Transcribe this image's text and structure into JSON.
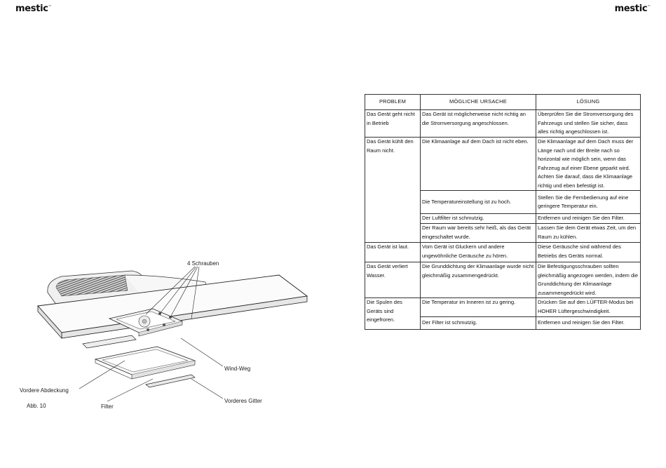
{
  "header": {
    "logo_left": "mestic",
    "logo_right": "mestic",
    "tm": "™"
  },
  "table": {
    "headers": [
      "PROBLEM",
      "MÖGLICHE URSACHE",
      "LÖSUNG"
    ],
    "groups": [
      {
        "problem": "Das Gerät geht nicht in Betrieb",
        "rows": [
          {
            "cause": "Das Gerät ist möglicherweise nicht richtig an die Stromversorgung angeschlossen.",
            "solution": "Überprüfen Sie die Stromversorgung des Fahrzeugs und stellen Sie sicher, dass alles richtig angeschlossen ist."
          }
        ]
      },
      {
        "problem": "Das Gerät kühlt den Raum nicht.",
        "rows": [
          {
            "cause": "Die Klimaanlage auf dem Dach ist nicht eben.",
            "solution": "Die Klimaanlage auf dem Dach muss der Länge nach und der Breite nach so horizontal wie möglich sein, wenn das Fahrzeug auf einer Ebene geparkt wird. Achten Sie darauf, dass die Klimaanlage richtig und eben befestigt ist."
          },
          {
            "cause": "Die Temperatureinstellung ist zu hoch.",
            "solution": "Stellen Sie die Fernbedienung auf eine geringere Temperatur ein."
          },
          {
            "cause": "Der Luftfilter ist schmutzig.",
            "solution": "Entfernen und reinigen Sie den Filter."
          },
          {
            "cause": "Der Raum war bereits sehr heiß, als das Gerät eingeschaltet wurde.",
            "solution": "Lassen Sie dem Gerät etwas Zeit, um den Raum zu kühlen."
          }
        ]
      },
      {
        "problem": "Das Gerät ist laut.",
        "rows": [
          {
            "cause": "Vom Gerät ist Gluckern und andere ungewöhnliche Geräusche zu hören.",
            "solution": "Diese Geräusche sind während des Betriebs des Geräts normal."
          }
        ]
      },
      {
        "problem": "Das Gerät verliert Wasser.",
        "rows": [
          {
            "cause": "Die Grunddichtung der Klimaanlage wurde nicht gleichmäßig zusammengedrückt.",
            "solution": "Die Befestigungsschrauben sollten gleichmäßig angezogen werden, indem die Grunddichtung der Klimaanlage zusammengedrückt wird."
          }
        ]
      },
      {
        "problem": "Die Spulen des Geräts sind eingefroren.",
        "rows": [
          {
            "cause": "Die Temperatur im Inneren ist zu gering.",
            "solution": "Drücken Sie auf den LÜFTER-Modus bei HOHER Lüftergeschwindigkeit."
          },
          {
            "cause": "Der Filter ist schmutzig.",
            "solution": "Entfernen und reinigen Sie den Filter."
          }
        ]
      }
    ]
  },
  "figure": {
    "label_screws": "4 Schrauben",
    "label_wind": "Wind-Weg",
    "label_front_cover": "Vordere Abdeckung",
    "label_fig": "Abb. 10",
    "label_filter": "Filter",
    "label_front_grille": "Vorderes Gitter"
  }
}
